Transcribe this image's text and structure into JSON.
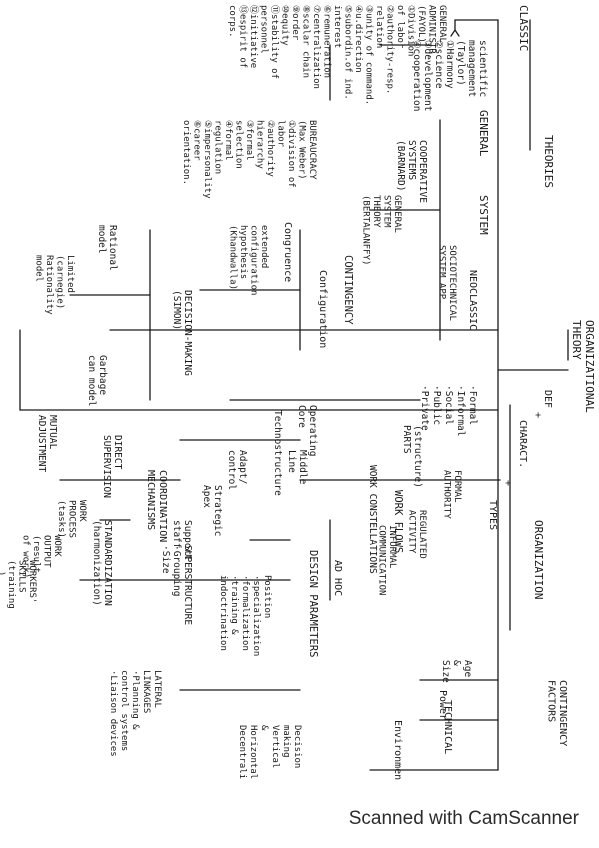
{
  "document": {
    "root": "ORGANIZATIONAL THEORY",
    "theories_heading": "THEORIES",
    "organization_heading": "ORGANIZATION",
    "classic": "CLASSIC",
    "scientific_lines": [
      "scientific",
      "management",
      "(Taylor)",
      "①Harmony",
      "②science",
      "③development",
      "④cooperation"
    ],
    "general_admin_lines": [
      "GENERAL",
      "ADMINISTR.",
      "(FAYOL)",
      "①Division",
      "of labor",
      "②authority-resp.",
      "relation",
      "③unity of command.",
      "④u.direction",
      "⑤subordin.of ind.",
      "interest",
      "⑥remuneration",
      "⑦centralization",
      "⑧scalar chain",
      "⑨order",
      "⑩equity",
      "⑪stability of",
      "personnel",
      "⑫initiative",
      "⑬espirit of",
      "corps."
    ],
    "general": "GENERAL",
    "bureaucracy_lines": [
      "BUREAUCRACY",
      "(Max Weber)",
      "①division of",
      "labor",
      "②authority",
      "hierarchy",
      "③formal",
      "selection",
      "④formal",
      "regulation",
      "⑤impersonality",
      "⑥career",
      "orientation."
    ],
    "cooperative_lines": [
      "COOPERATIVE",
      "SYSTEMS",
      "(BARNARD)"
    ],
    "system": "SYSTEM",
    "general_system_lines": [
      "GENERAL",
      "SYSTEM",
      "THEORY",
      "(BERTALANFFY)"
    ],
    "sociotechnical_lines": [
      "SOCIOTECHNICAL",
      "SYSTEM APP."
    ],
    "contingency": "CONTINGENCY",
    "congruence": "Congruence",
    "configuration": "Configuration",
    "extended_lines": [
      "extended",
      "configuration",
      "hypothesis",
      "(Khandwalla)"
    ],
    "neoclassic": "NEOCLASSIC",
    "decision_making_lines": [
      "DECISION-MAKING",
      "(SIMON)"
    ],
    "rational_lines": [
      "Rational",
      "model"
    ],
    "limited_lines": [
      "Limited",
      "(carnegie)",
      "Rationality",
      "model"
    ],
    "garbage_lines": [
      "Garbage",
      "can model"
    ],
    "def": "DEF",
    "plus1": "+",
    "characteristics": "CHARACT.",
    "plus2": "+",
    "types": "TYPES",
    "types_list": [
      "·Formal",
      "·Informal",
      "·Social",
      "·Public",
      "·Private"
    ],
    "parts_lines": [
      "(structure)",
      "PARTS"
    ],
    "operating_core_lines": [
      "Operating",
      "Core"
    ],
    "technostructure": "Technostructure",
    "middle_line_lines": [
      "Middle",
      "Line"
    ],
    "adapt_control_lines": [
      "Adapt/",
      "control"
    ],
    "strategic_apex_lines": [
      "Strategic",
      "Apex"
    ],
    "support_staff_lines": [
      "Support",
      "staff"
    ],
    "coordination_lines": [
      "COORDINATION",
      "MECHANISMS"
    ],
    "mutual_adjustment_lines": [
      "MUTUAL",
      "ADJUSTMENT"
    ],
    "direct_supervision_lines": [
      "DIRECT",
      "SUPERVISION"
    ],
    "standardization_lines": [
      "STANDARDIZATION",
      "(harmonization)"
    ],
    "work_process_lines": [
      "WORK",
      "PROCESS",
      "(tasks)"
    ],
    "work_output_lines": [
      "WORK",
      "OUTPUT",
      "(result",
      "of work)"
    ],
    "worker_skills_lines": [
      "WORKERS'",
      "SKILLS",
      "(training",
      "..)"
    ],
    "work_flows": "WORK FLOWS",
    "formal_authority_lines": [
      "FORMAL",
      "AUTHORITY"
    ],
    "regulated_activity_lines": [
      "REGULATED",
      "ACTIVITY"
    ],
    "informal_comm_lines": [
      "INFORMAL",
      "COMMUNICATION"
    ],
    "work_constellations": "WORK CONSTELLATIONS",
    "ad_hoc": "AD HOC",
    "design_parameters": "DESIGN PARAMETERS",
    "position_lines": [
      "Position",
      "·specialization",
      "·formalization",
      "·training &",
      "indoctrination"
    ],
    "superstructure_lines": [
      "SUPERSTRUCTURE",
      "·Grouping",
      "·Size"
    ],
    "lateral_lines": [
      "LATERAL",
      "LINKAGES",
      "·Planning &",
      "control systems",
      "·Liaison devices"
    ],
    "decision_making2_lines": [
      "Decision",
      "making",
      "Vertical",
      "&",
      "Horizontal",
      "Decentraliz."
    ],
    "contingency_factors_lines": [
      "CONTINGENCY",
      "FACTORS"
    ],
    "age_size_lines": [
      "Age",
      "&",
      "Size"
    ],
    "power": "Power",
    "technical": "TECHNICAL",
    "environment": "Environment"
  },
  "footer": {
    "watermark": "Scanned with CamScanner"
  }
}
